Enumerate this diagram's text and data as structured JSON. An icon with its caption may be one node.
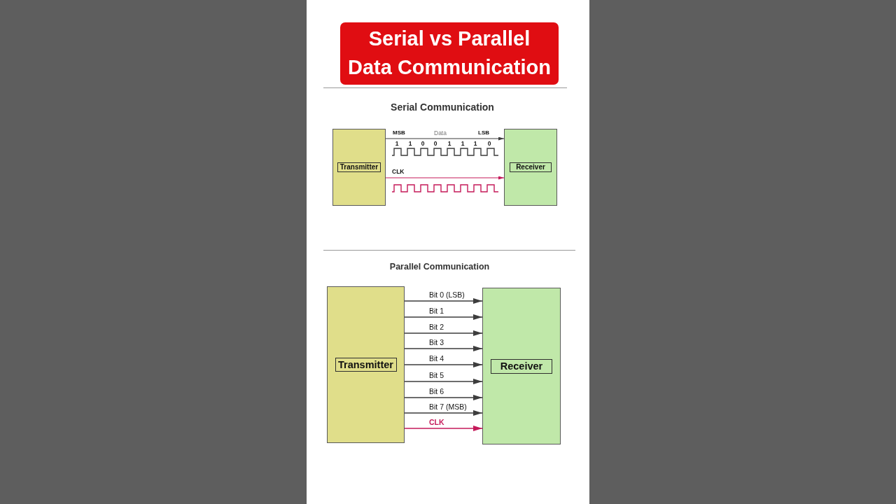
{
  "diagram": {
    "title": "Serial vs Parallel Data Communication",
    "nodes": [
      {
        "text": [
          "Transmitter"
        ]
      },
      {
        "text": [
          "Receiver"
        ]
      },
      {
        "text": [
          "Transmitter"
        ]
      },
      {
        "text": [
          "Receiver"
        ]
      }
    ],
    "edges": [
      {
        "from": 0,
        "to": 1,
        "arrow": "to",
        "label": "Data"
      },
      {
        "from": 0,
        "to": 1,
        "arrow": "to",
        "label": "CLK",
        "color": "#c51a5a"
      },
      {
        "from": 2,
        "to": 3,
        "arrow": "to",
        "label": "Bit 0 (LSB)"
      },
      {
        "from": 2,
        "to": 3,
        "arrow": "to",
        "label": "Bit 1"
      },
      {
        "from": 2,
        "to": 3,
        "arrow": "to",
        "label": "Bit 2"
      },
      {
        "from": 2,
        "to": 3,
        "arrow": "to",
        "label": "Bit 3"
      },
      {
        "from": 2,
        "to": 3,
        "arrow": "to",
        "label": "Bit 4"
      },
      {
        "from": 2,
        "to": 3,
        "arrow": "to",
        "label": "Bit 5"
      },
      {
        "from": 2,
        "to": 3,
        "arrow": "to",
        "label": "Bit 6"
      },
      {
        "from": 2,
        "to": 3,
        "arrow": "to",
        "label": "Bit 7 (MSB)"
      },
      {
        "from": 2,
        "to": 3,
        "arrow": "to",
        "label": "CLK",
        "color": "#c51a5a"
      }
    ],
    "labels": [
      "Serial Communication",
      "MSB",
      "LSB",
      "1",
      "1",
      "0",
      "0",
      "1",
      "1",
      "1",
      "0",
      "Parallel Communication"
    ]
  }
}
